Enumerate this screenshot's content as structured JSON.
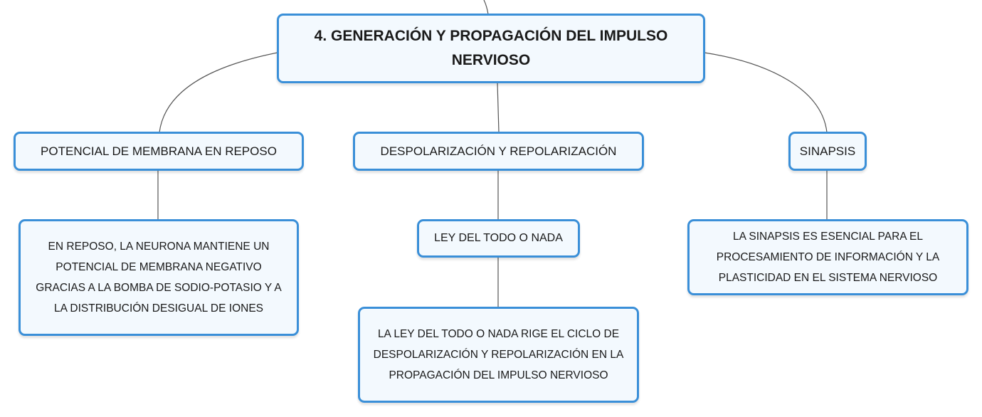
{
  "diagram": {
    "root": {
      "text": "4. GENERACIÓN Y PROPAGACIÓN DEL IMPULSO NERVIOSO"
    },
    "branches": [
      {
        "label": "POTENCIAL DE MEMBRANA EN REPOSO",
        "children": [
          {
            "text": "EN REPOSO, LA NEURONA MANTIENE UN POTENCIAL DE MEMBRANA NEGATIVO GRACIAS A LA BOMBA DE SODIO-POTASIO Y A LA DISTRIBUCIÓN DESIGUAL DE IONES"
          }
        ]
      },
      {
        "label": "DESPOLARIZACIÓN Y REPOLARIZACIÓN",
        "children": [
          {
            "text": "LEY DEL TODO O NADA"
          },
          {
            "text": "LA LEY DEL TODO O NADA RIGE EL CICLO DE DESPOLARIZACIÓN Y REPOLARIZACIÓN EN LA PROPAGACIÓN DEL IMPULSO NERVIOSO"
          }
        ]
      },
      {
        "label": "SINAPSIS",
        "children": [
          {
            "text": "LA SINAPSIS ES ESENCIAL PARA EL PROCESAMIENTO DE INFORMACIÓN Y LA PLASTICIDAD EN EL SISTEMA NERVIOSO"
          }
        ]
      }
    ]
  },
  "colors": {
    "node_border": "#3a8fd8",
    "node_fill": "#f3f9fe",
    "connector": "#555555",
    "text": "#1a1a1a"
  }
}
